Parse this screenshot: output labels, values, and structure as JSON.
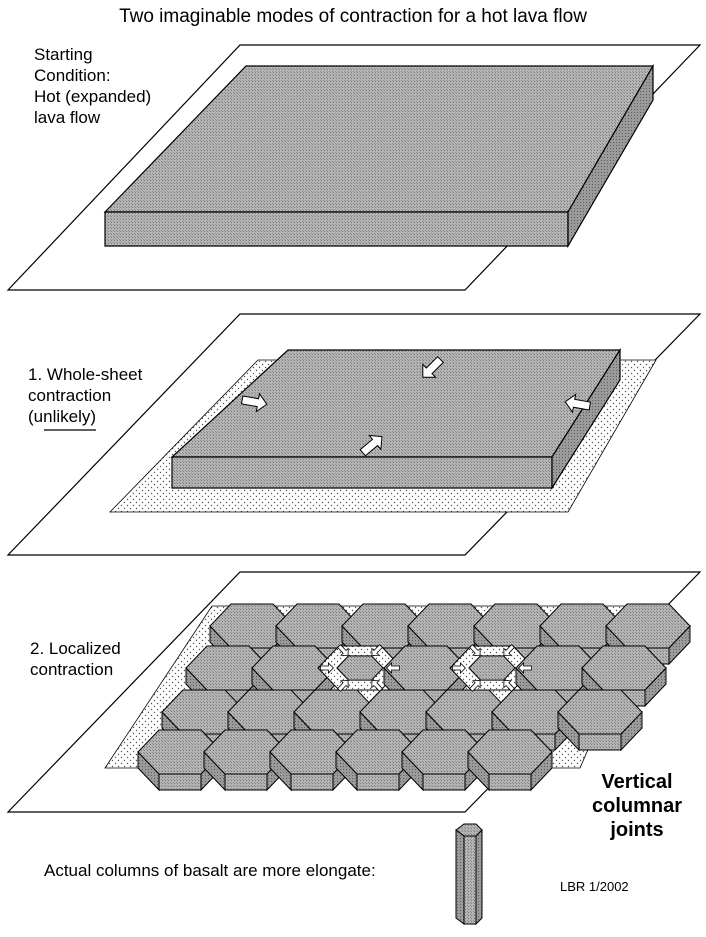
{
  "title": "Two imaginable modes of contraction for a hot lava flow",
  "panels": {
    "start": {
      "label_lines": [
        "Starting",
        "Condition:",
        "Hot (expanded)",
        "lava flow"
      ]
    },
    "whole": {
      "label_lines": [
        "1. Whole-sheet",
        "contraction",
        "(unlikely)"
      ]
    },
    "local": {
      "label_lines": [
        "2.  Localized",
        "contraction"
      ]
    }
  },
  "joints_label": [
    "Vertical",
    "columnar",
    "joints"
  ],
  "footer": {
    "note": "Actual columns of basalt are more elongate:",
    "credit": "LBR 1/2002"
  },
  "colors": {
    "lava_fill": "#a8a8a8",
    "line": "#000000",
    "background": "#ffffff"
  }
}
